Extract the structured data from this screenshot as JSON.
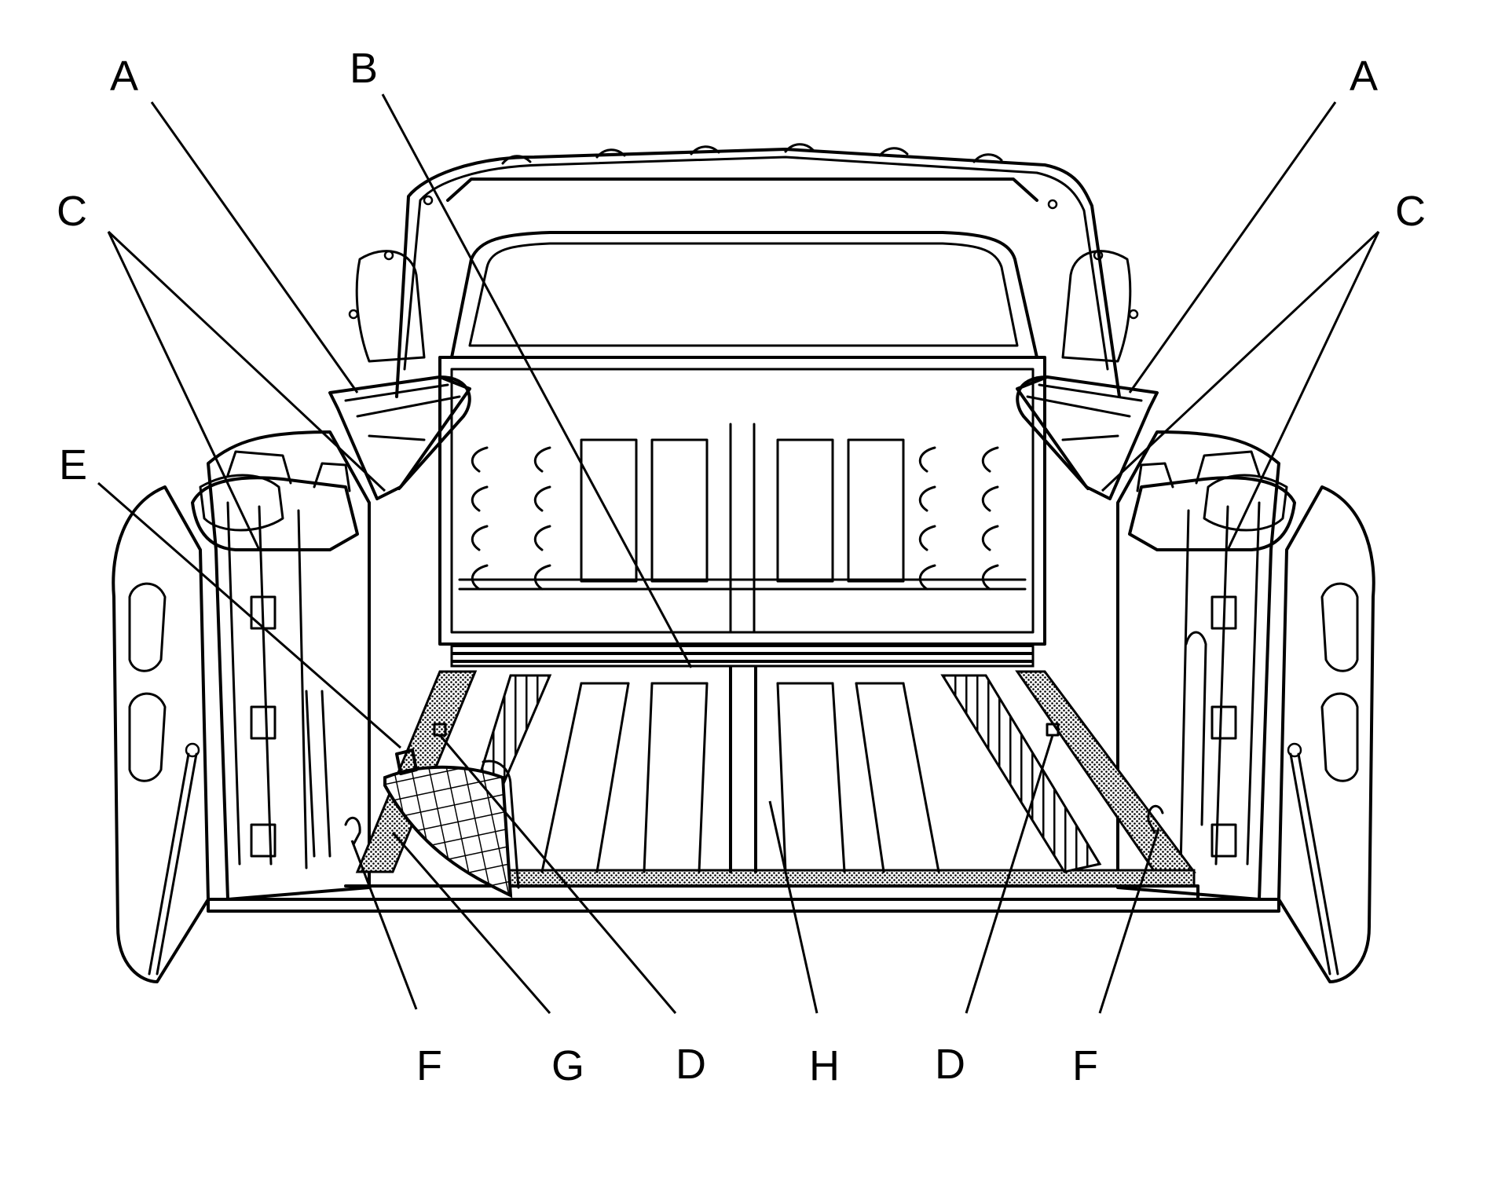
{
  "labels": {
    "a_left": "A",
    "a_right": "A",
    "b": "B",
    "c_left": "C",
    "c_right": "C",
    "e": "E",
    "f_left": "F",
    "g": "G",
    "d_left": "D",
    "h": "H",
    "d_right": "D",
    "f_right": "F"
  },
  "colors": {
    "line": "#000000",
    "background": "#ffffff",
    "shading": "#777777"
  }
}
